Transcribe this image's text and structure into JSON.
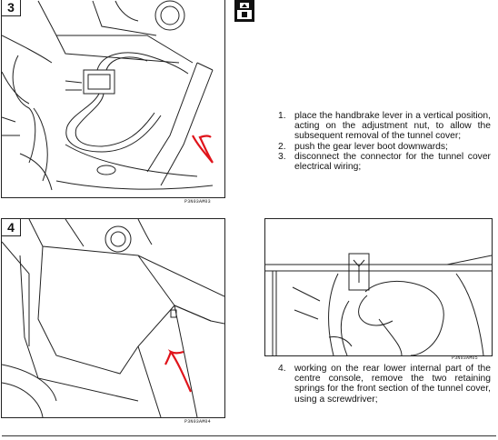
{
  "icons": {
    "header": "tunnel-cover-icon"
  },
  "figures": [
    {
      "number": "3",
      "code": "P3N03AM03"
    },
    {
      "number": "4",
      "code": "P3N03AM04"
    },
    {
      "number": "",
      "code": "P3N03AM05"
    }
  ],
  "steps_a": [
    {
      "num": "1.",
      "text": "place the handbrake lever in a vertical position, acting on the adjustment nut, to allow the subsequent removal of the tunnel cover;"
    },
    {
      "num": "2.",
      "text": "push the gear lever boot downwards;"
    },
    {
      "num": "3.",
      "text": "disconnect the connector for the tunnel cover electrical wiring;"
    }
  ],
  "steps_b": [
    {
      "num": "4.",
      "text": "working on the rear lower internal part of the centre console, remove the two retaining springs for the front section of the tunnel cover, using a screwdriver;"
    }
  ],
  "colors": {
    "annotation": "#e0141b",
    "ink": "#111111"
  }
}
